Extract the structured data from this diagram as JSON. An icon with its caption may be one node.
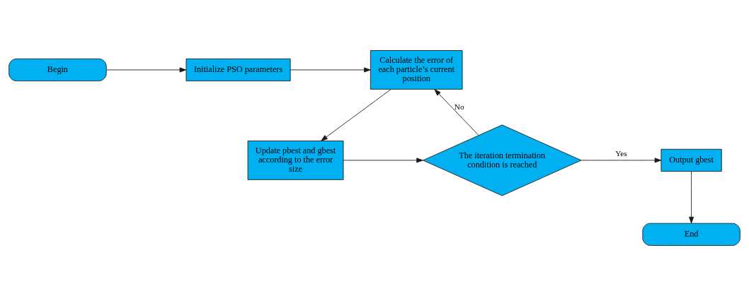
{
  "diagram": {
    "nodes": [
      {
        "text": [
          "Begin"
        ]
      },
      {
        "text": [
          "Initialize PSO parameters"
        ]
      },
      {
        "text": [
          "Calculate the error of each particle’s current position"
        ]
      },
      {
        "text": [
          "Update pbest and gbest according to the error size"
        ]
      },
      {
        "text": [
          "The iteration termination condition is reached"
        ]
      },
      {
        "text": [
          "Output gbest"
        ]
      },
      {
        "text": [
          "End"
        ]
      }
    ],
    "edges": [
      {
        "from": 0,
        "to": 1,
        "arrow": "to"
      },
      {
        "from": 1,
        "to": 2,
        "arrow": "to"
      },
      {
        "from": 2,
        "to": 3,
        "arrow": "to"
      },
      {
        "from": 3,
        "to": 4,
        "arrow": "to"
      },
      {
        "from": 4,
        "to": 5,
        "arrow": "to",
        "label": "Yes"
      },
      {
        "from": 4,
        "to": 2,
        "arrow": "to",
        "label": "No"
      },
      {
        "from": 5,
        "to": 6,
        "arrow": "to"
      }
    ]
  }
}
